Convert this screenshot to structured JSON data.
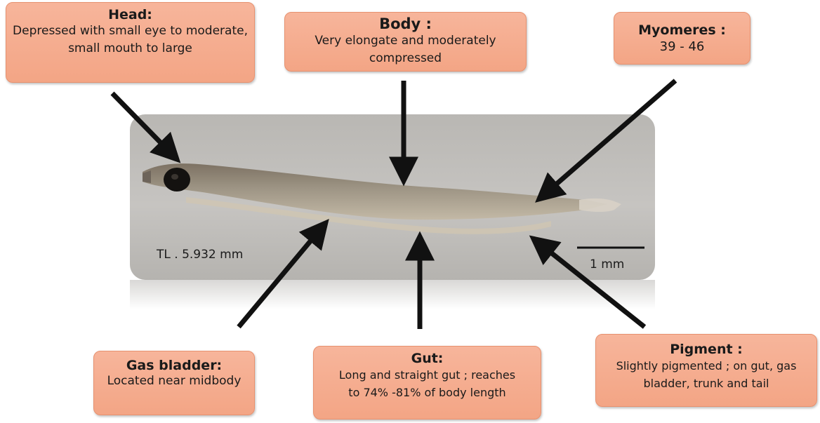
{
  "labels": {
    "head": {
      "title": "Head:",
      "text": "Depressed with small eye to moderate, small mouth to large"
    },
    "body": {
      "title": "Body :",
      "text": "Very elongate and moderately compressed"
    },
    "myomeres": {
      "title": "Myomeres :",
      "text": "39 - 46"
    },
    "gas_bladder": {
      "title": "Gas bladder:",
      "text": "Located near midbody"
    },
    "gut": {
      "title": "Gut:",
      "text": "Long and straight gut ; reaches to 74% -81% of body length"
    },
    "pigment": {
      "title": "Pigment :",
      "text": "Slightly pigmented ; on gut, gas bladder, trunk and tail"
    }
  },
  "photo": {
    "total_length": "TL . 5.932 mm",
    "scale_bar": "1 mm"
  },
  "colors": {
    "label_fill": "#f5ad90",
    "arrow": "#111111"
  }
}
